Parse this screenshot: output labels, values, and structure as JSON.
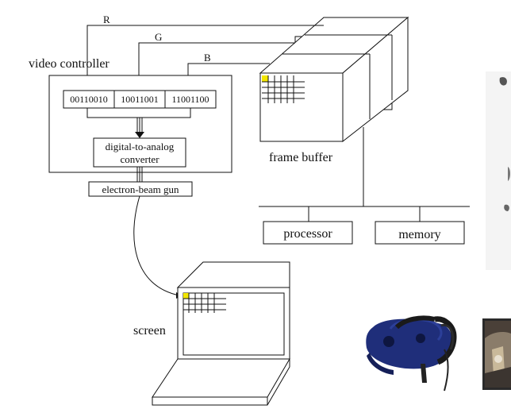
{
  "diagram": {
    "video_controller_label": "video controller",
    "registers": [
      "00110010",
      "10011001",
      "11001100"
    ],
    "channels": [
      "R",
      "G",
      "B"
    ],
    "dac_line1": "digital-to-analog",
    "dac_line2": "converter",
    "gun_label": "electron-beam gun",
    "frame_buffer_label": "frame buffer",
    "processor_label": "processor",
    "memory_label": "memory",
    "screen_label": "screen"
  },
  "colors": {
    "pixel_highlight": "#f2e600",
    "headset_blue": "#1f2e7a",
    "line": "#111111"
  },
  "images": [
    {
      "name": "vr-headset-photo",
      "icon": "vr-headset"
    },
    {
      "name": "vr-scene-photo",
      "icon": "photo"
    },
    {
      "name": "vr-user-photo-fragment",
      "icon": "photo"
    }
  ]
}
